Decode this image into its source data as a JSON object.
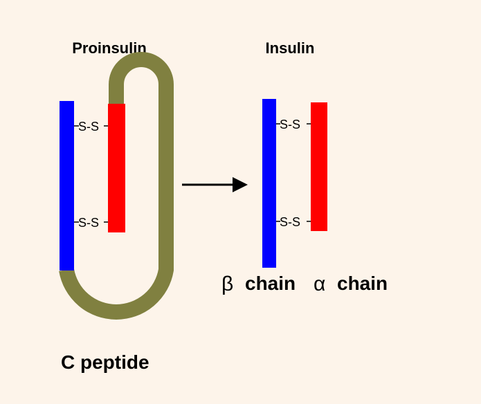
{
  "proinsulin": {
    "title": "Proinsulin",
    "bond_label": "S-S",
    "c_peptide_label": "C peptide"
  },
  "insulin": {
    "title": "Insulin",
    "bond_label": "S-S",
    "beta_symbol": "β",
    "beta_label": "chain",
    "alpha_symbol": "α",
    "alpha_label": "chain"
  },
  "colors": {
    "background": "#fdf4ea",
    "beta_chain": "#0000ff",
    "alpha_chain": "#ff0000",
    "c_peptide": "#808040",
    "arrow": "#000000"
  }
}
